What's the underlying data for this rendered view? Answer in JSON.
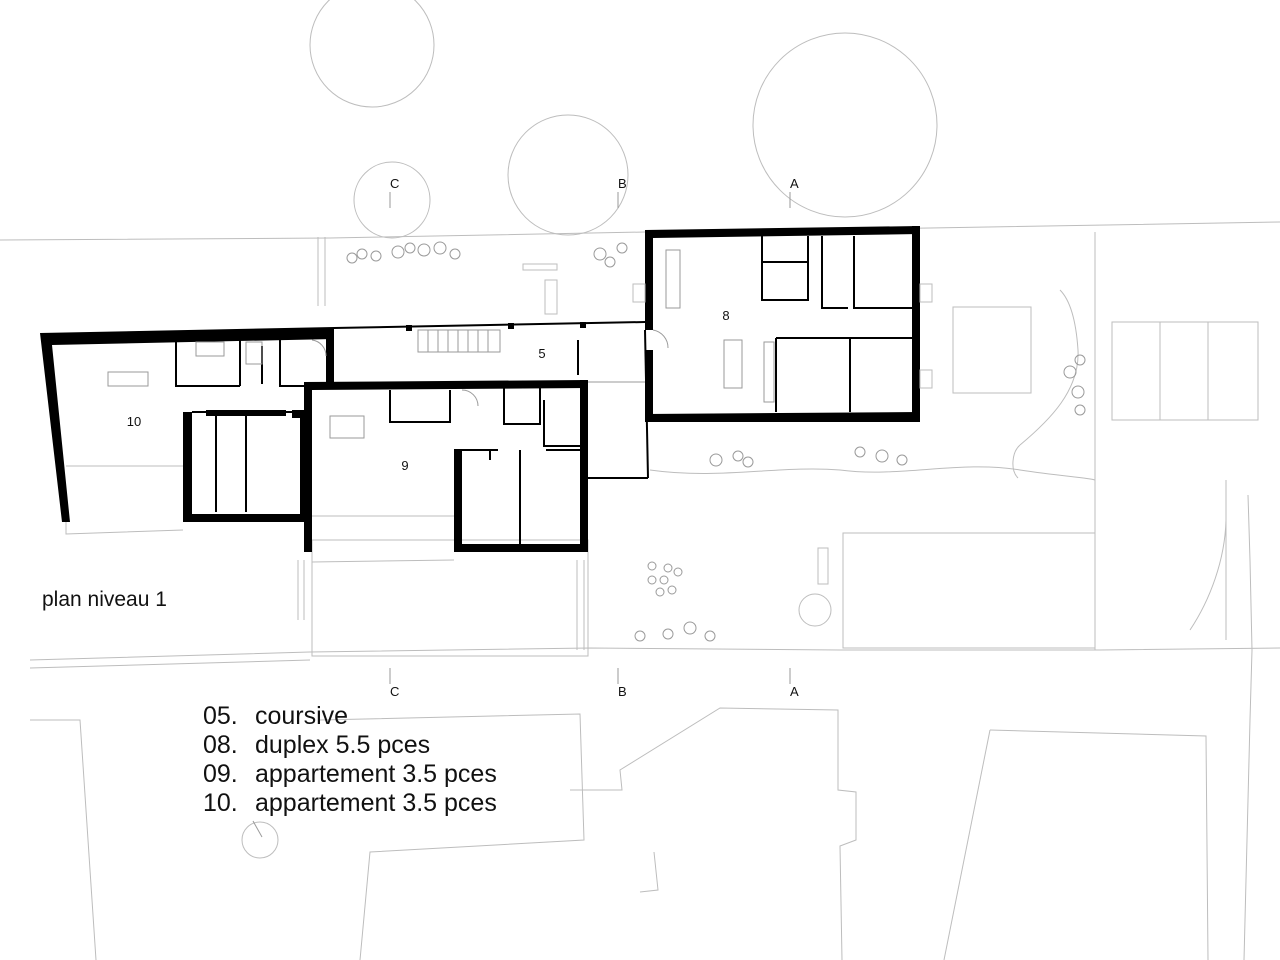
{
  "plan": {
    "title": "plan niveau 1",
    "section_markers_top": [
      "C",
      "B",
      "A"
    ],
    "section_markers_bottom": [
      "C",
      "B",
      "A"
    ],
    "units": {
      "coursive": "5",
      "duplex": "8",
      "apt_9": "9",
      "apt_10": "10"
    }
  },
  "legend": [
    {
      "num": "05.",
      "text": "coursive"
    },
    {
      "num": "08.",
      "text": "duplex 5.5 pces"
    },
    {
      "num": "09.",
      "text": "appartement 3.5 pces"
    },
    {
      "num": "10.",
      "text": "appartement 3.5 pces"
    }
  ]
}
